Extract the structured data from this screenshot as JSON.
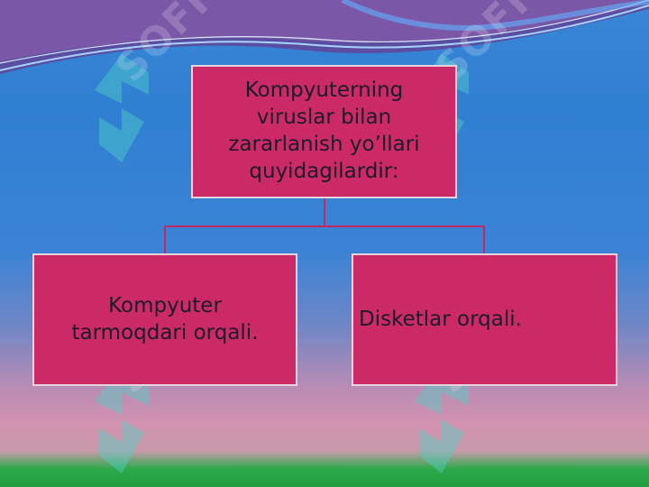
{
  "diagram": {
    "root": {
      "text": "Kompyuterning viruslar bilan zararlanish yo’llari quyidagilardir:"
    },
    "children": [
      {
        "text": "Kompyuter tarmoqdari orqali."
      },
      {
        "text": "Disketlar orqali."
      }
    ]
  },
  "watermark": {
    "text": "SOFF"
  },
  "colors": {
    "node_fill": "#cc2a67",
    "node_border": "#e7d3dc",
    "connector": "#c4285f",
    "background_top": "#2f7fd2",
    "background_bottom": "#20a040"
  }
}
